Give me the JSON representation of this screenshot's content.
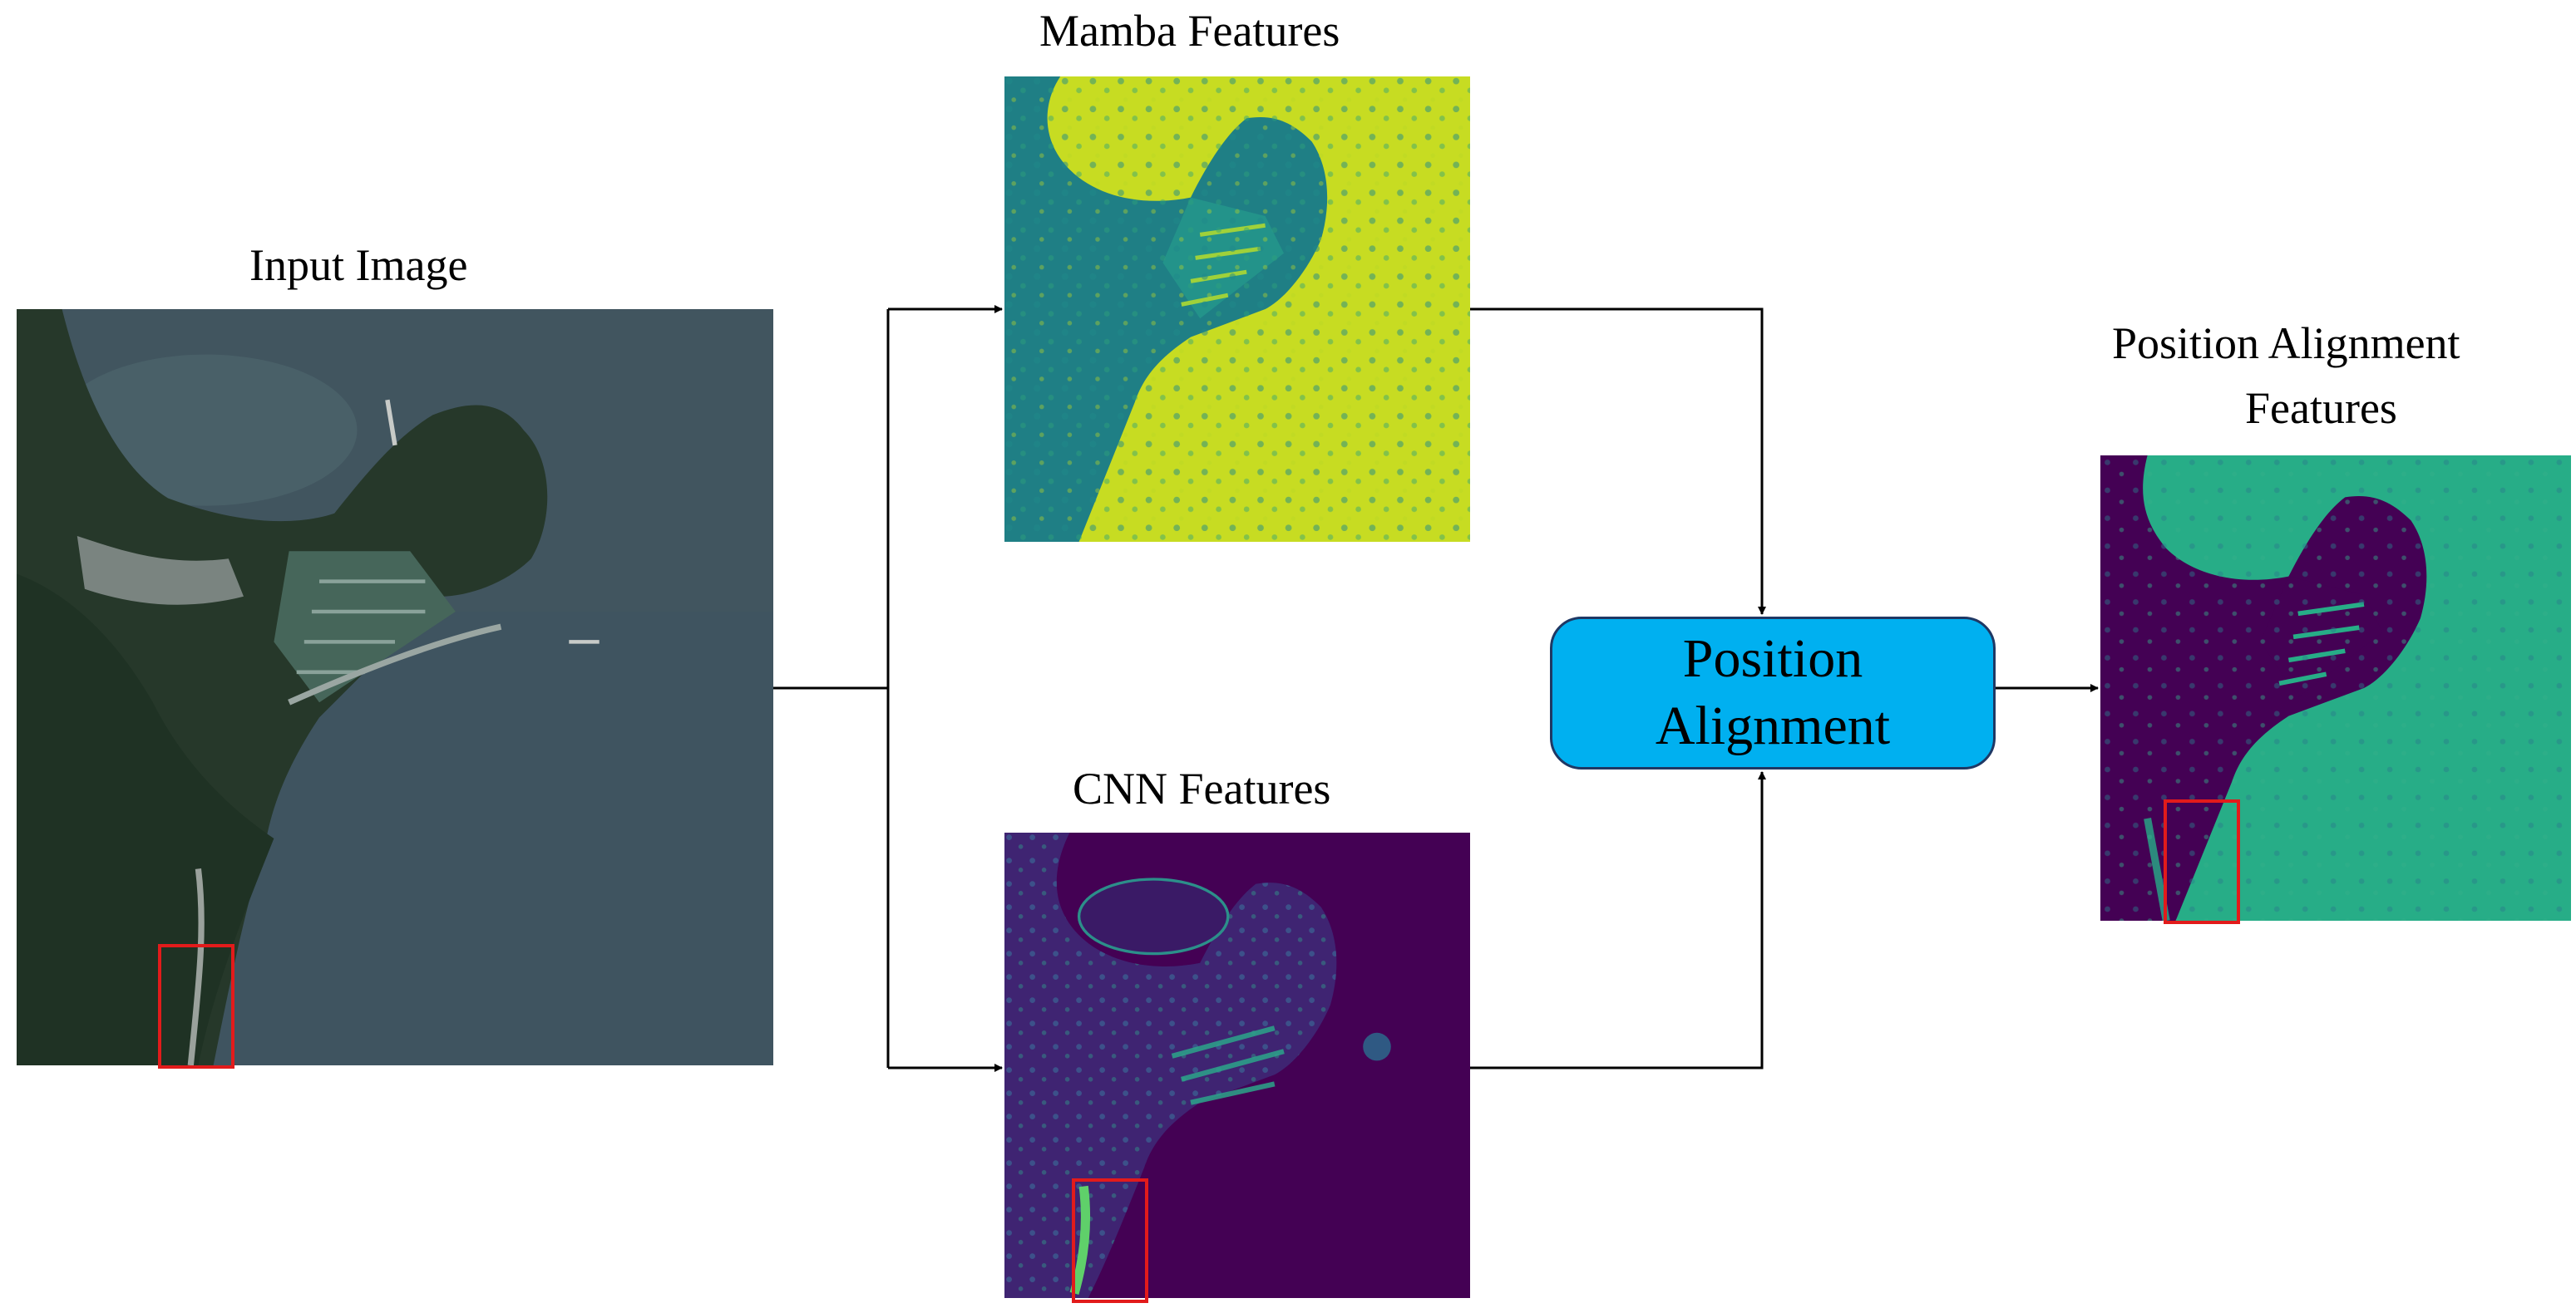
{
  "diagram": {
    "input": {
      "label": "Input Image",
      "icon": "satellite-image"
    },
    "mamba": {
      "label": "Mamba Features",
      "icon": "feature-heatmap"
    },
    "cnn": {
      "label": "CNN Features",
      "icon": "feature-heatmap"
    },
    "output": {
      "label_line1": "Position Alignment",
      "label_line2": "Features",
      "icon": "feature-heatmap"
    },
    "node": {
      "line1": "Position",
      "line2": "Alignment"
    },
    "colors": {
      "node_fill": "#00b0f0",
      "node_border": "#1f3864",
      "highlight_box": "#e21b1b",
      "arrow": "#000000",
      "viridis_dark": "#440154",
      "viridis_teal": "#21a685",
      "viridis_yellow": "#d5e21a"
    }
  }
}
